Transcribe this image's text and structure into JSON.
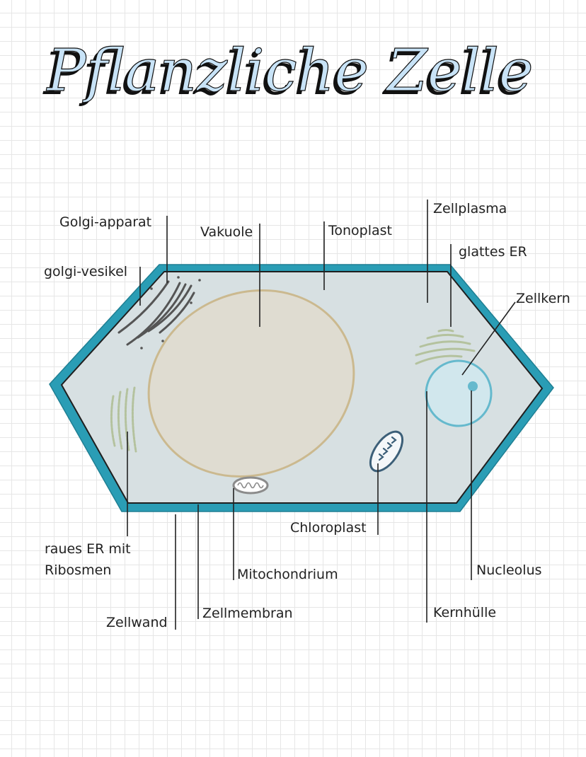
{
  "title": "Pflanzliche Zelle",
  "labels": {
    "golgi_apparat": "Golgi-apparat",
    "golgi_vesikel": "golgi-vesikel",
    "vakuole": "Vakuole",
    "tonoplast": "Tonoplast",
    "zellplasma": "Zellplasma",
    "glattes_er": "glattes ER",
    "zellkern": "Zellkern",
    "raues_er_line1": "raues ER mit",
    "raues_er_line2": "Ribosmen",
    "chloroplast": "Chloroplast",
    "mitochondrium": "Mitochondrium",
    "nucleolus": "Nucleolus",
    "zellwand": "Zellwand",
    "zellmembran": "Zellmembran",
    "kernhuelle": "Kernhülle"
  },
  "colors": {
    "cell_wall": "#2a9db5",
    "cell_membrane": "#1f1f1f",
    "cytoplasm": "#e6e6e6",
    "vacuole_fill": "#e2dacb",
    "vacuole_stroke": "#cbb98f",
    "golgi": "#555555",
    "er": "#b4c29e",
    "nucleus_fill": "#d0e7ee",
    "nucleus_stroke": "#65b9cd",
    "chloroplast": "#3c5f78",
    "mitochondrium": "#8b8b8b",
    "title_fill": "#c8e3f7"
  }
}
